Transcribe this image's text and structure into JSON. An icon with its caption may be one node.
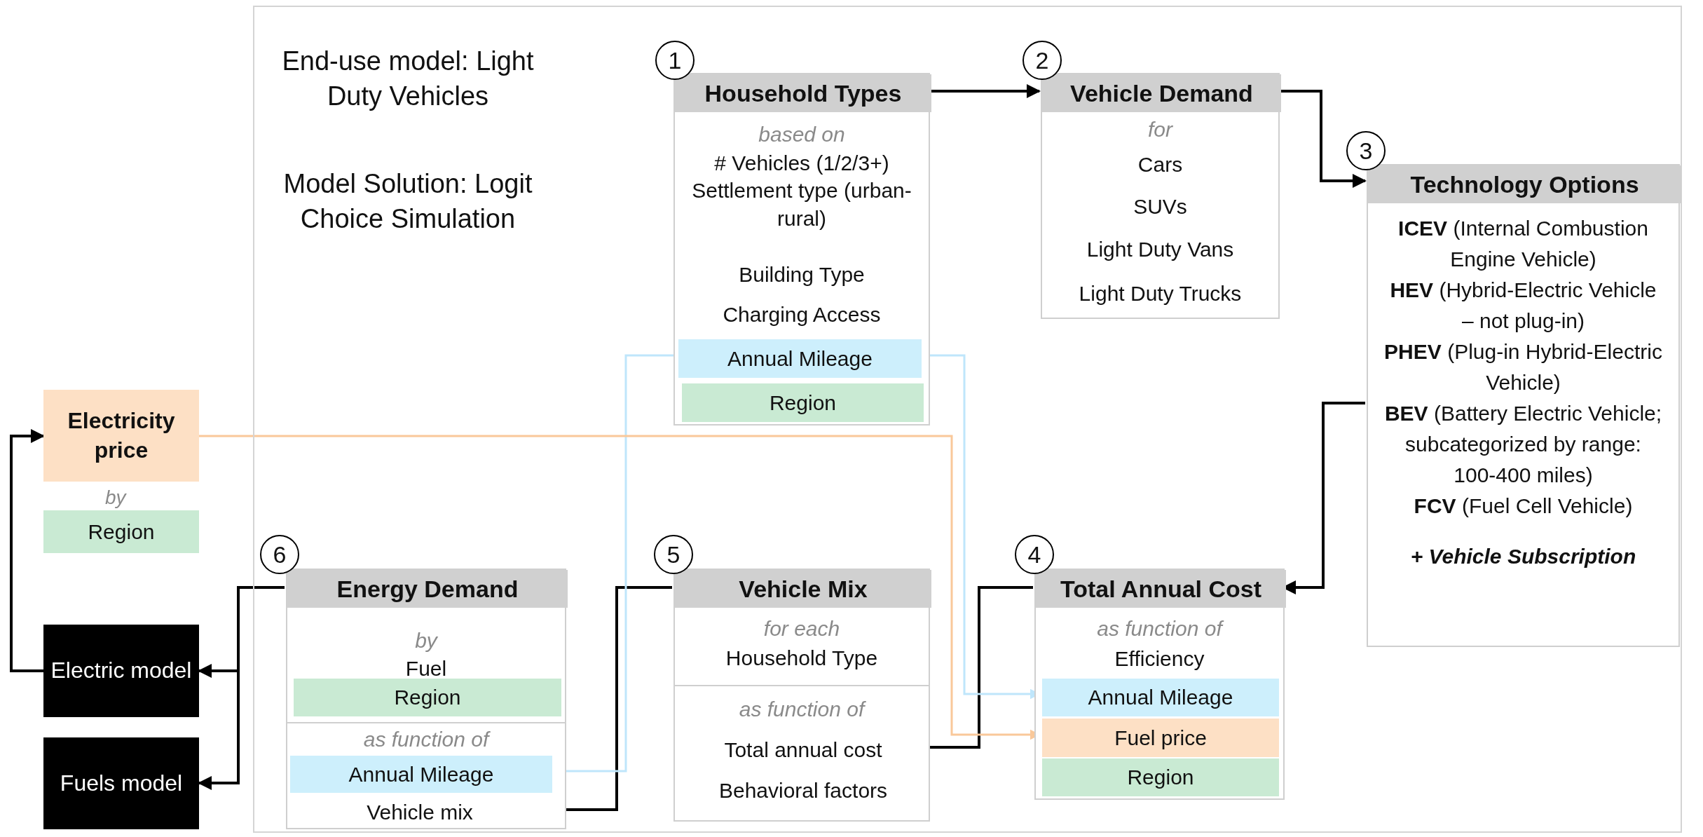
{
  "diagram": {
    "nodes": [
      {
        "text": [
          "End-use model: Light Duty Vehicles",
          "Model Solution: Logit Choice Simulation"
        ]
      },
      {
        "text": [
          "based on",
          "# Vehicles (1/2/3+)",
          "Settlement type (urban-rural)",
          "Building Type",
          "Charging Access"
        ],
        "in": 0
      },
      {
        "text": [
          "Household Types"
        ],
        "beside": [
          "1"
        ],
        "in": 1
      },
      {
        "text": [
          "Annual Mileage"
        ],
        "in": 1
      },
      {
        "text": [
          "Region"
        ],
        "in": 1
      },
      {
        "text": [
          "for",
          "Cars",
          "SUVs",
          "Light Duty Vans",
          "Light Duty Trucks"
        ],
        "in": 0
      },
      {
        "text": [
          "Vehicle Demand"
        ],
        "beside": [
          "2"
        ],
        "in": 5
      },
      {
        "text": [
          "**ICEV** (Internal Combustion Engine Vehicle)",
          "**HEV** (Hybrid-Electric Vehicle – not plug-in)",
          "**PHEV** (Plug-in Hybrid-Electric Vehicle)",
          "**BEV** (Battery Electric Vehicle; subcategorized by range: 100-400 miles)",
          "**FCV** (Fuel Cell Vehicle)",
          "+ Vehicle Subscription"
        ],
        "in": 0
      },
      {
        "text": [
          "Technology Options"
        ],
        "beside": [
          "3"
        ],
        "in": 7
      },
      {
        "text": [
          "as function of",
          "Efficiency"
        ],
        "in": 0
      },
      {
        "text": [
          "Total Annual Cost"
        ],
        "beside": [
          "4"
        ],
        "in": 9
      },
      {
        "text": [
          "Annual Mileage"
        ],
        "in": 9
      },
      {
        "text": [
          "Fuel price"
        ],
        "in": 9
      },
      {
        "text": [
          "Region"
        ],
        "in": 9
      },
      {
        "text": [
          "for each",
          "Household Type",
          "as function of"
        ],
        "in": 0
      },
      {
        "text": [
          "Vehicle Mix"
        ],
        "beside": [
          "5"
        ],
        "in": 14
      },
      {
        "text": [
          "Total annual cost"
        ],
        "in": 14
      },
      {
        "text": [
          "Behavioral factors"
        ],
        "in": 14
      },
      {
        "text": [
          "by",
          "Fuel",
          "as function of"
        ],
        "in": 0
      },
      {
        "text": [
          "Energy Demand"
        ],
        "beside": [
          "6"
        ],
        "in": 18
      },
      {
        "text": [
          "Region"
        ],
        "in": 18
      },
      {
        "text": [
          "Annual Mileage"
        ],
        "in": 18
      },
      {
        "text": [
          "Vehicle mix"
        ],
        "in": 18
      },
      {
        "text": [
          "Electricity price"
        ]
      },
      {
        "text": [
          "Region"
        ]
      },
      {
        "text": [
          "Electric model"
        ]
      },
      {
        "text": [
          "Fuels model"
        ]
      }
    ],
    "edges": [
      {
        "from": 2,
        "to": 6,
        "arrow": "to"
      },
      {
        "from": 6,
        "to": 8,
        "arrow": "to"
      },
      {
        "from": 7,
        "to": 10,
        "arrow": "to"
      },
      {
        "from": 10,
        "to": 16,
        "arrow": "to"
      },
      {
        "from": 15,
        "to": 22,
        "arrow": "to"
      },
      {
        "from": 19,
        "to": 25,
        "arrow": "to"
      },
      {
        "from": 19,
        "to": 26,
        "arrow": "to"
      },
      {
        "from": 25,
        "to": 23,
        "arrow": "to"
      },
      {
        "from": 3,
        "to": 11,
        "arrow": "to",
        "color": "#bfe6fb"
      },
      {
        "from": 3,
        "to": 21,
        "arrow": "to",
        "color": "#bfe6fb"
      },
      {
        "from": 23,
        "to": 12,
        "arrow": "to",
        "color": "#f9c89a"
      }
    ],
    "labels": [
      "by"
    ]
  }
}
